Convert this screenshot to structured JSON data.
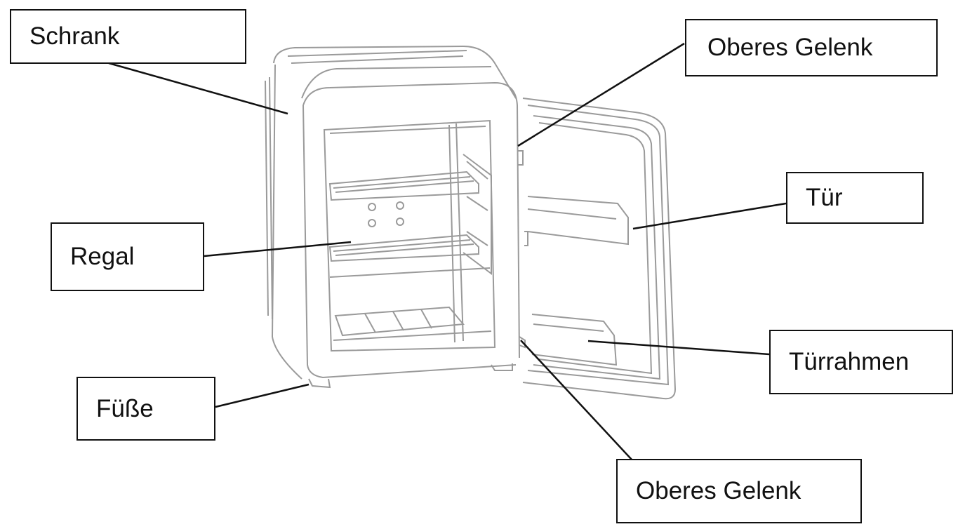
{
  "labels": {
    "cabinet": "Schrank",
    "upper_hinge_top": "Oberes Gelenk",
    "door": "Tür",
    "shelf": "Regal",
    "door_frame": "Türrahmen",
    "feet": "Füße",
    "upper_hinge_bottom": "Oberes Gelenk"
  },
  "colors": {
    "line": "#111111",
    "drawing": "#9a9a9a",
    "background": "#ffffff"
  }
}
